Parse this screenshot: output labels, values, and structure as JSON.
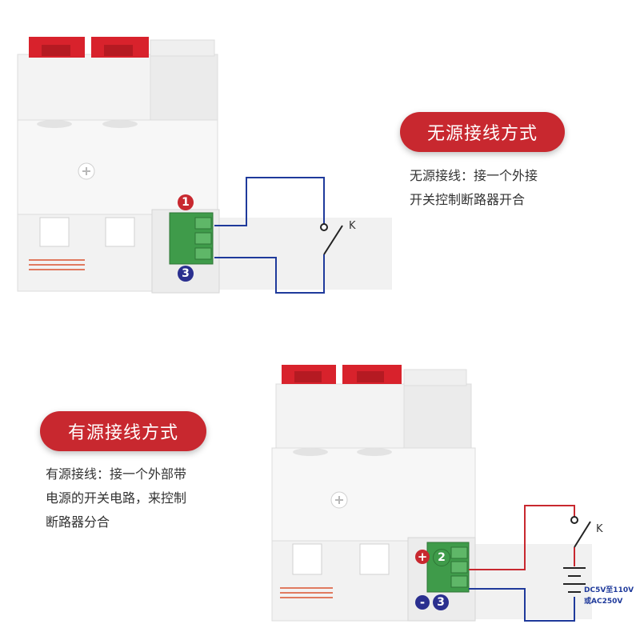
{
  "top": {
    "title": "无源接线方式",
    "desc_line1": "无源接线：接一个外接",
    "desc_line2": "开关控制断路器开合",
    "terminal_top_label": "1",
    "terminal_bottom_label": "3",
    "switch_label": "K"
  },
  "bottom": {
    "title": "有源接线方式",
    "desc_line1": "有源接线：接一个外部带",
    "desc_line2": "电源的开关电路，来控制",
    "desc_line3": "断路器分合",
    "terminal_top_label": "2",
    "terminal_bottom_label": "3",
    "plus_symbol": "+",
    "minus_symbol": "-",
    "switch_label": "K",
    "voltage_line1": "DC5V至110V",
    "voltage_line2": "或AC250V"
  },
  "colors": {
    "accent_red": "#c8282f",
    "breaker_red": "#d8222c",
    "wire_blue": "#1f3a9b",
    "wire_red": "#c8282f",
    "terminal_green": "#3f9b4a",
    "badge_blue": "#2a2f8f"
  }
}
